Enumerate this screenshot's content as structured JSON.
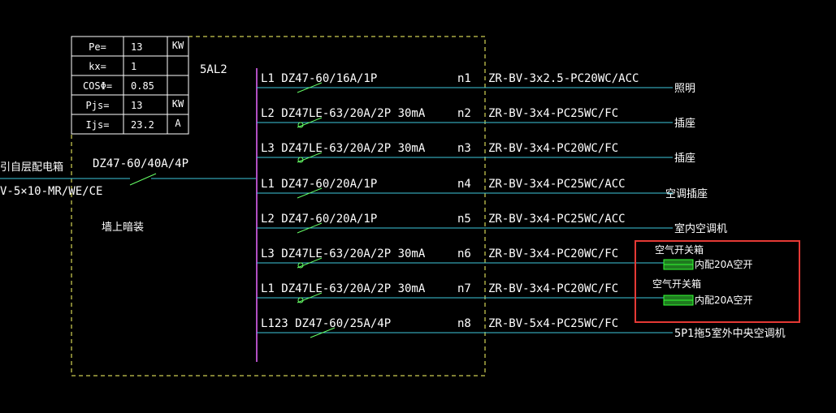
{
  "colors": {
    "background": "#000000",
    "text": "#ffffff",
    "table_border": "#ffffff",
    "cabinet_border": "#ffff66",
    "busbar": "#b04fc2",
    "feeder_line": "#3ec9dc",
    "breaker_symbol": "#66ff66",
    "highlight_box": "#e53935",
    "breaker_box_fill": "#33ff33"
  },
  "params": [
    {
      "label": "Pe=",
      "value": "13",
      "unit": "KW"
    },
    {
      "label": "kx=",
      "value": "1",
      "unit": ""
    },
    {
      "label": "COSΦ=",
      "value": "0.85",
      "unit": ""
    },
    {
      "label": "Pjs=",
      "value": "13",
      "unit": "KW"
    },
    {
      "label": "Ijs=",
      "value": "23.2",
      "unit": "A"
    }
  ],
  "panel": {
    "name": "5AL2",
    "install_note": "墙上暗装"
  },
  "incoming": {
    "source": "引自层配电箱",
    "cable": "V-5×10-MR/WE/CE",
    "breaker": "DZ47-60/40A/4P"
  },
  "circuits": [
    {
      "breaker": "L1 DZ47-60/16A/1P",
      "id": "n1",
      "cable": "ZR-BV-3x2.5-PC20WC/ACC",
      "load": "照明",
      "rcd": false
    },
    {
      "breaker": "L2 DZ47LE-63/20A/2P 30mA",
      "id": "n2",
      "cable": "ZR-BV-3x4-PC25WC/FC",
      "load": "插座",
      "rcd": true
    },
    {
      "breaker": "L3 DZ47LE-63/20A/2P 30mA",
      "id": "n3",
      "cable": "ZR-BV-3x4-PC20WC/FC",
      "load": "插座",
      "rcd": true
    },
    {
      "breaker": "L1 DZ47-60/20A/1P",
      "id": "n4",
      "cable": "ZR-BV-3x4-PC25WC/ACC",
      "load": "空调插座",
      "rcd": false
    },
    {
      "breaker": "L2 DZ47-60/20A/1P",
      "id": "n5",
      "cable": "ZR-BV-3x4-PC25WC/ACC",
      "load": "室内空调机",
      "rcd": false
    },
    {
      "breaker": "L3 DZ47LE-63/20A/2P 30mA",
      "id": "n6",
      "cable": "ZR-BV-3x4-PC20WC/FC",
      "load": "",
      "rcd": true
    },
    {
      "breaker": "L1 DZ47LE-63/20A/2P 30mA",
      "id": "n7",
      "cable": "ZR-BV-3x4-PC20WC/FC",
      "load": "",
      "rcd": true
    },
    {
      "breaker": "L123  DZ47-60/25A/4P",
      "id": "n8",
      "cable": "ZR-BV-5x4-PC25WC/FC",
      "load": "5P1拖5室外中央空调机",
      "rcd": false
    }
  ],
  "sub_boxes": [
    {
      "title": "空气开关箱",
      "content": "内配20A空开"
    },
    {
      "title": "空气开关箱",
      "content": "内配20A空开"
    }
  ]
}
